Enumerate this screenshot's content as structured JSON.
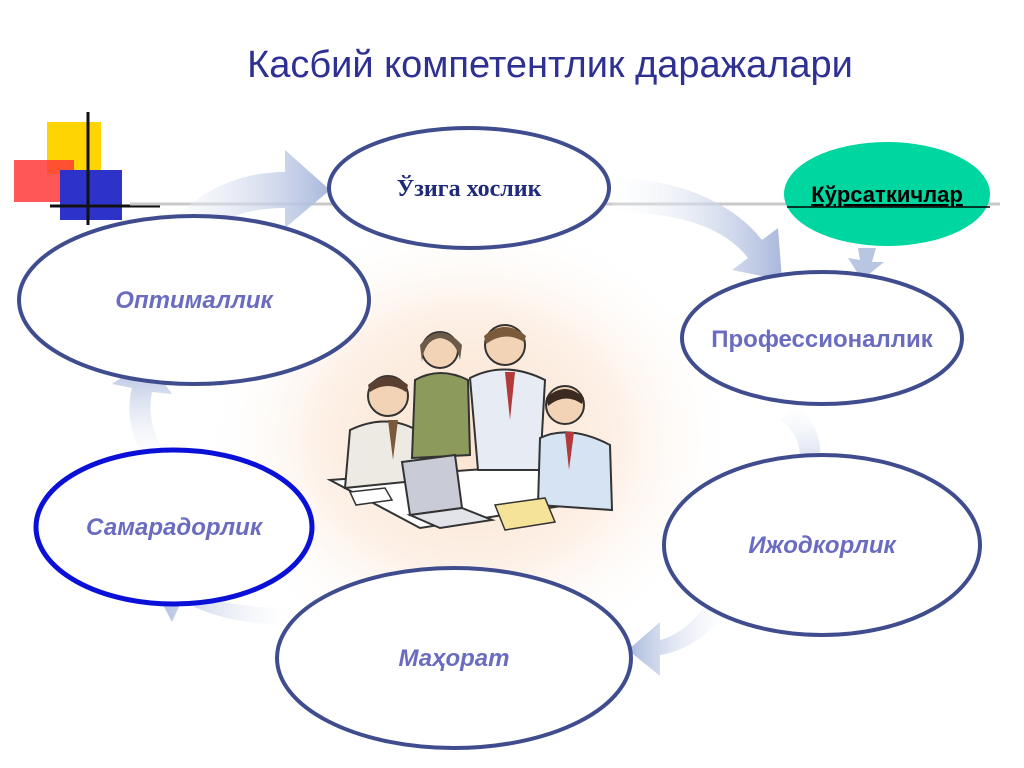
{
  "title": "Касбий компетентлик даражалари",
  "indicator": {
    "label": "Кўрсаткичлар",
    "color": "#00d6a0"
  },
  "nodes": [
    {
      "id": "self",
      "label": "Ўзига хослик"
    },
    {
      "id": "professionalism",
      "label": "Профессионаллик"
    },
    {
      "id": "creativity",
      "label": "Ижодкорлик"
    },
    {
      "id": "skill",
      "label": "Маҳорат"
    },
    {
      "id": "efficiency",
      "label": "Самарадорлик"
    },
    {
      "id": "optimality",
      "label": "Оптималлик"
    }
  ],
  "colors": {
    "title": "#2e3192",
    "ellipse_stroke": "#3f4d8f",
    "highlight_stroke": "#0a10d8",
    "label": "#6a6cc0",
    "arrow": "#b9c6e2"
  },
  "illustration": "business-team-clipart"
}
